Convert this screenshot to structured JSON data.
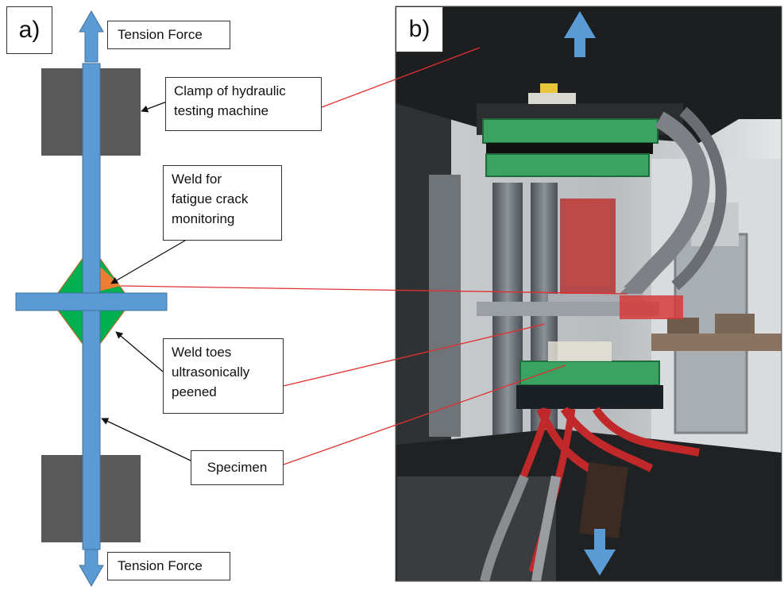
{
  "panel_a": {
    "label": "a)",
    "top_force_label": "Tension Force",
    "bottom_force_label": "Tension Force",
    "callouts": {
      "clamp": "Clamp of hydraulic\ntesting machine",
      "weld_monitoring": "Weld for\nfatigue crack\nmonitoring",
      "weld_toes": "Weld toes\nultrasonically\npeened",
      "specimen": "Specimen"
    }
  },
  "panel_b": {
    "label": "b)"
  },
  "colors": {
    "specimen_blue": "#5b9bd5",
    "clamp_gray": "#595959",
    "weld_green": "#00b050",
    "weld_orange": "#ed7d31",
    "leader_red": "#e03030",
    "arrow_black": "#111111"
  }
}
